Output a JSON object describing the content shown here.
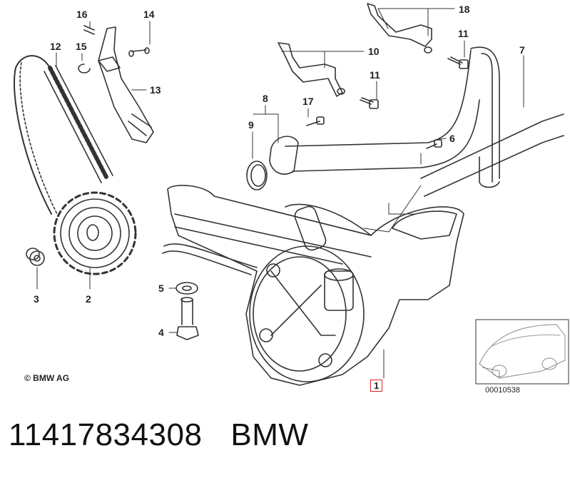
{
  "callouts": {
    "c1": "1",
    "c2": "2",
    "c3": "3",
    "c4": "4",
    "c5": "5",
    "c6": "6",
    "c7": "7",
    "c8": "8",
    "c9": "9",
    "c10": "10",
    "c11a": "11",
    "c11b": "11",
    "c12": "12",
    "c13": "13",
    "c14": "14",
    "c15": "15",
    "c16": "16",
    "c17": "17",
    "c18": "18"
  },
  "copyright": "© BMW AG",
  "thumbnail_code": "00010538",
  "footer": {
    "part_number": "11417834308",
    "brand": "BMW"
  },
  "colors": {
    "line": "#222222",
    "highlight_box": "#e0202b"
  }
}
